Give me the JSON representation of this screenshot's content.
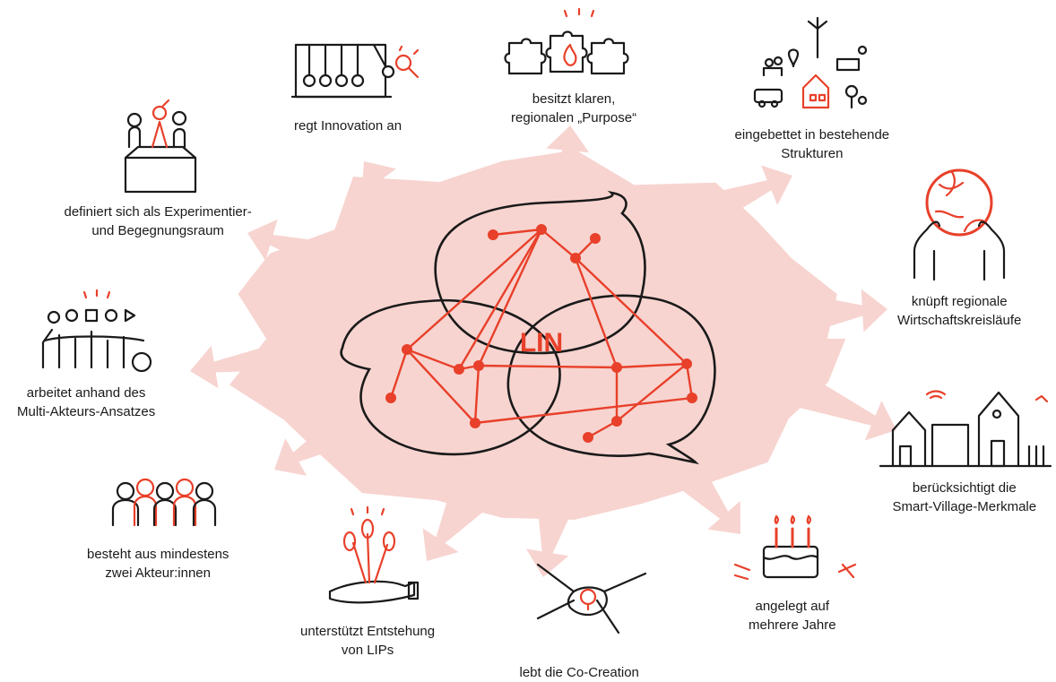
{
  "center": {
    "label": "LIN"
  },
  "colors": {
    "accent": "#e8402a",
    "cloud": "#f7d4d0",
    "ink": "#1a1a1a"
  },
  "features": [
    {
      "id": "innovation",
      "icon": "newtons-cradle-icon",
      "lines": [
        "regt Innovation an"
      ]
    },
    {
      "id": "purpose",
      "icon": "puzzle-pieces-icon",
      "lines": [
        "besitzt klaren,",
        "regionalen „Purpose“"
      ]
    },
    {
      "id": "strukturen",
      "icon": "village-infrastructure-icon",
      "lines": [
        "eingebettet in bestehende",
        "Strukturen"
      ]
    },
    {
      "id": "wirtschaft",
      "icon": "hands-globe-icon",
      "lines": [
        "knüpft regionale",
        "Wirtschaftskreisläufe"
      ]
    },
    {
      "id": "smart-village",
      "icon": "village-houses-icon",
      "lines": [
        "berücksichtigt die",
        "Smart-Village-Merkmale"
      ]
    },
    {
      "id": "jahre",
      "icon": "birthday-cake-icon",
      "lines": [
        "angelegt auf",
        "mehrere Jahre"
      ]
    },
    {
      "id": "co-creation",
      "icon": "joined-hands-icon",
      "lines": [
        "lebt die Co-Creation"
      ]
    },
    {
      "id": "lips",
      "icon": "hand-sprouts-icon",
      "lines": [
        "unterstützt Entstehung",
        "von LIPs"
      ]
    },
    {
      "id": "akteure",
      "icon": "group-of-people-icon",
      "lines": [
        "besteht aus mindestens",
        "zwei Akteur:innen"
      ]
    },
    {
      "id": "multi-akteur",
      "icon": "crowd-icon",
      "lines": [
        "arbeitet anhand des",
        "Multi-Akteurs-Ansatzes"
      ]
    },
    {
      "id": "experimentierraum",
      "icon": "people-in-box-icon",
      "lines": [
        "definiert sich als Experimentier-",
        "und Begegnungsraum"
      ]
    }
  ]
}
